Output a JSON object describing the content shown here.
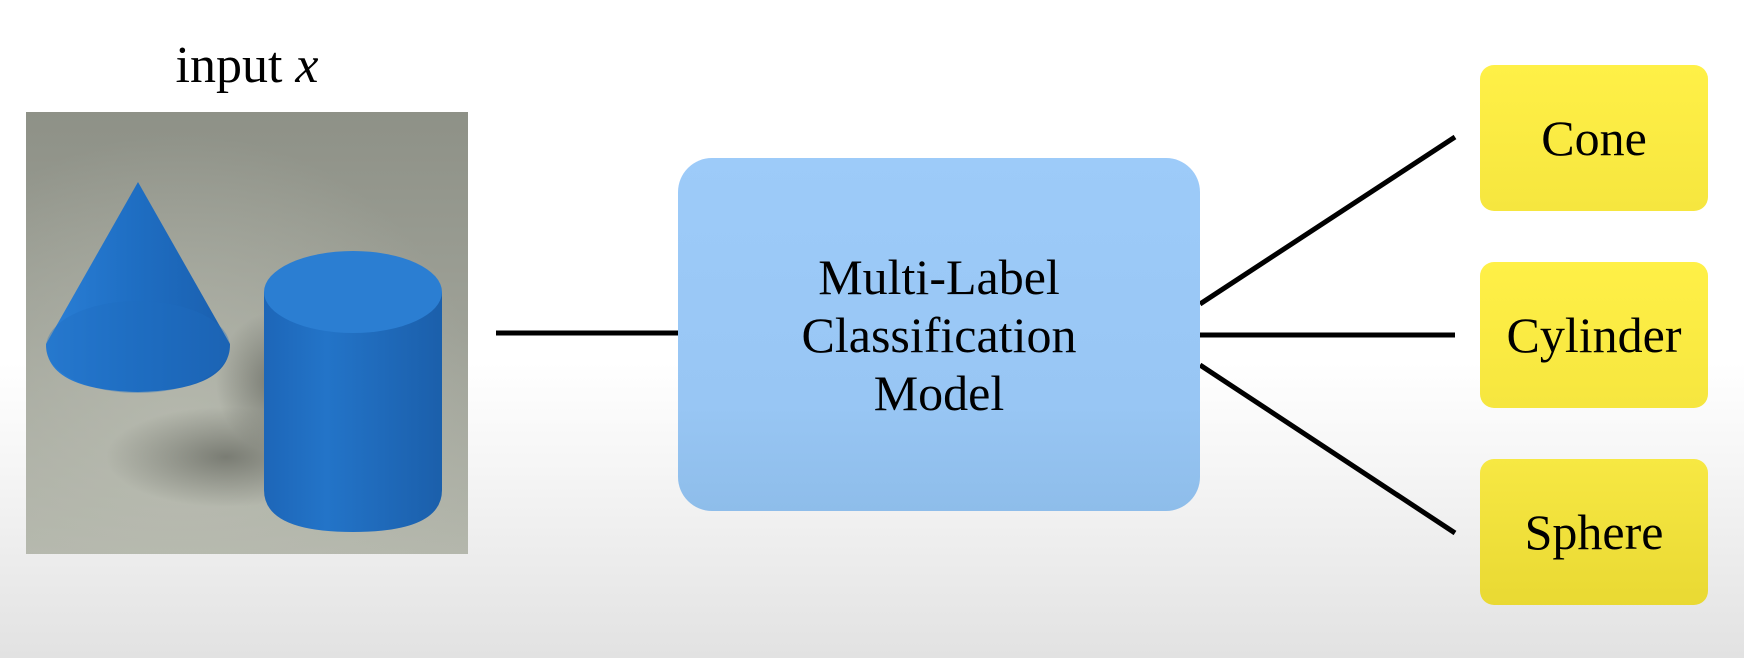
{
  "input": {
    "title_prefix": "input",
    "title_variable": "x",
    "image_description_icon": "cone-and-cylinder-photo"
  },
  "model": {
    "label": "Multi-Label\nClassification\nModel"
  },
  "labels": [
    {
      "text": "Cone"
    },
    {
      "text": "Cylinder"
    },
    {
      "text": "Sphere"
    }
  ],
  "colors": {
    "model_fill": "#9dcbf9",
    "label_fill": "#fff047",
    "shape_blue": "#1f6fc2",
    "image_background": "#9a9e92"
  }
}
